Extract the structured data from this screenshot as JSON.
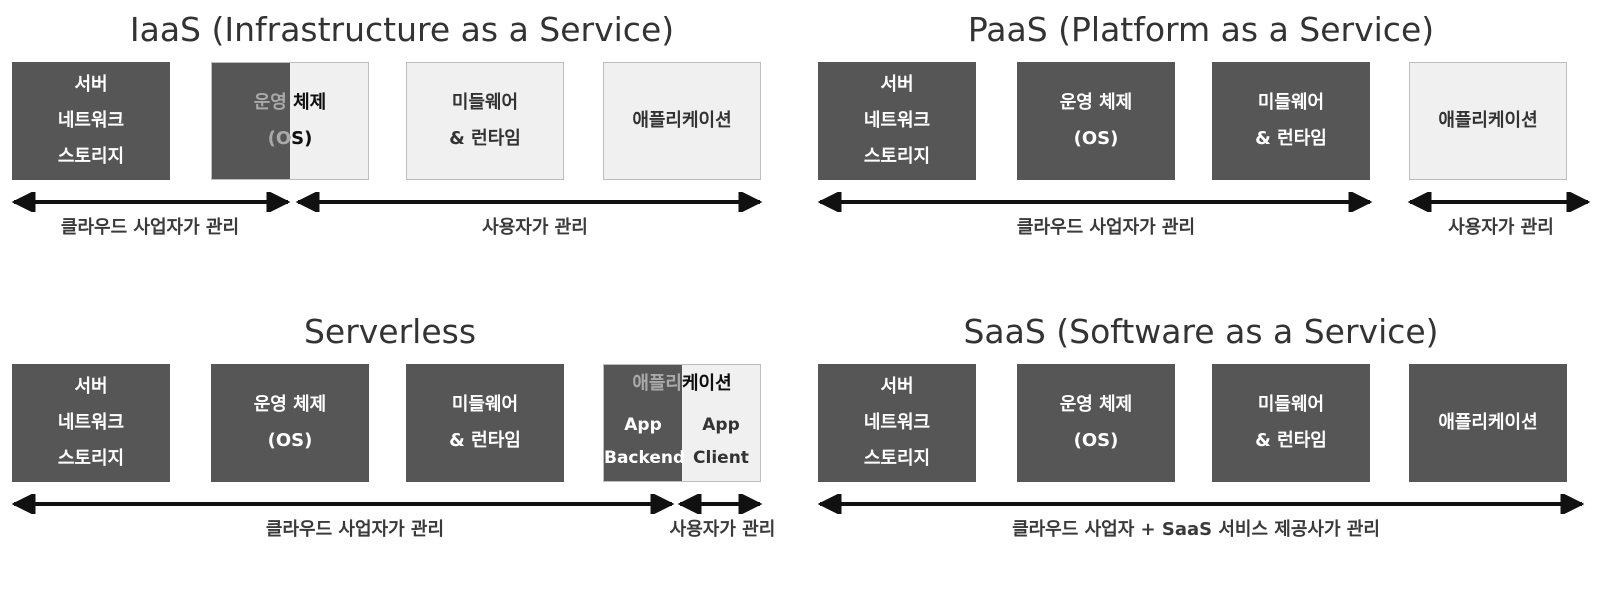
{
  "iaas": {
    "title": "IaaS (Infrastructure as a Service)",
    "box_infra": [
      "서버",
      "네트워크",
      "스토리지"
    ],
    "box_os": [
      "운영 체제",
      "(OS)"
    ],
    "box_mw": [
      "미들웨어",
      "& 런타임"
    ],
    "box_app": [
      "애플리케이션"
    ],
    "label_provider": "클라우드 사업자가 관리",
    "label_user": "사용자가 관리"
  },
  "paas": {
    "title": "PaaS (Platform as a Service)",
    "box_infra": [
      "서버",
      "네트워크",
      "스토리지"
    ],
    "box_os": [
      "운영 체제",
      "(OS)"
    ],
    "box_mw": [
      "미들웨어",
      "& 런타임"
    ],
    "box_app": [
      "애플리케이션"
    ],
    "label_provider": "클라우드 사업자가 관리",
    "label_user": "사용자가 관리"
  },
  "serverless": {
    "title": "Serverless",
    "box_infra": [
      "서버",
      "네트워크",
      "스토리지"
    ],
    "box_os": [
      "운영 체제",
      "(OS)"
    ],
    "box_mw": [
      "미들웨어",
      "& 런타임"
    ],
    "box_app_title": "애플리케이션",
    "box_app_backend": [
      "App",
      "Backend"
    ],
    "box_app_client": [
      "App",
      "Client"
    ],
    "label_provider": "클라우드 사업자가 관리",
    "label_user": "사용자가 관리"
  },
  "saas": {
    "title": "SaaS (Software as a Service)",
    "box_infra": [
      "서버",
      "네트워크",
      "스토리지"
    ],
    "box_os": [
      "운영 체제",
      "(OS)"
    ],
    "box_mw": [
      "미들웨어",
      "& 런타임"
    ],
    "box_app": [
      "애플리케이션"
    ],
    "label_provider": "클라우드 사업자 + SaaS 서비스 제공사가 관리"
  },
  "colors": {
    "dark": "#565656",
    "light": "#f0f0f0",
    "border": "#bdbdbd",
    "arrow": "#111111"
  }
}
